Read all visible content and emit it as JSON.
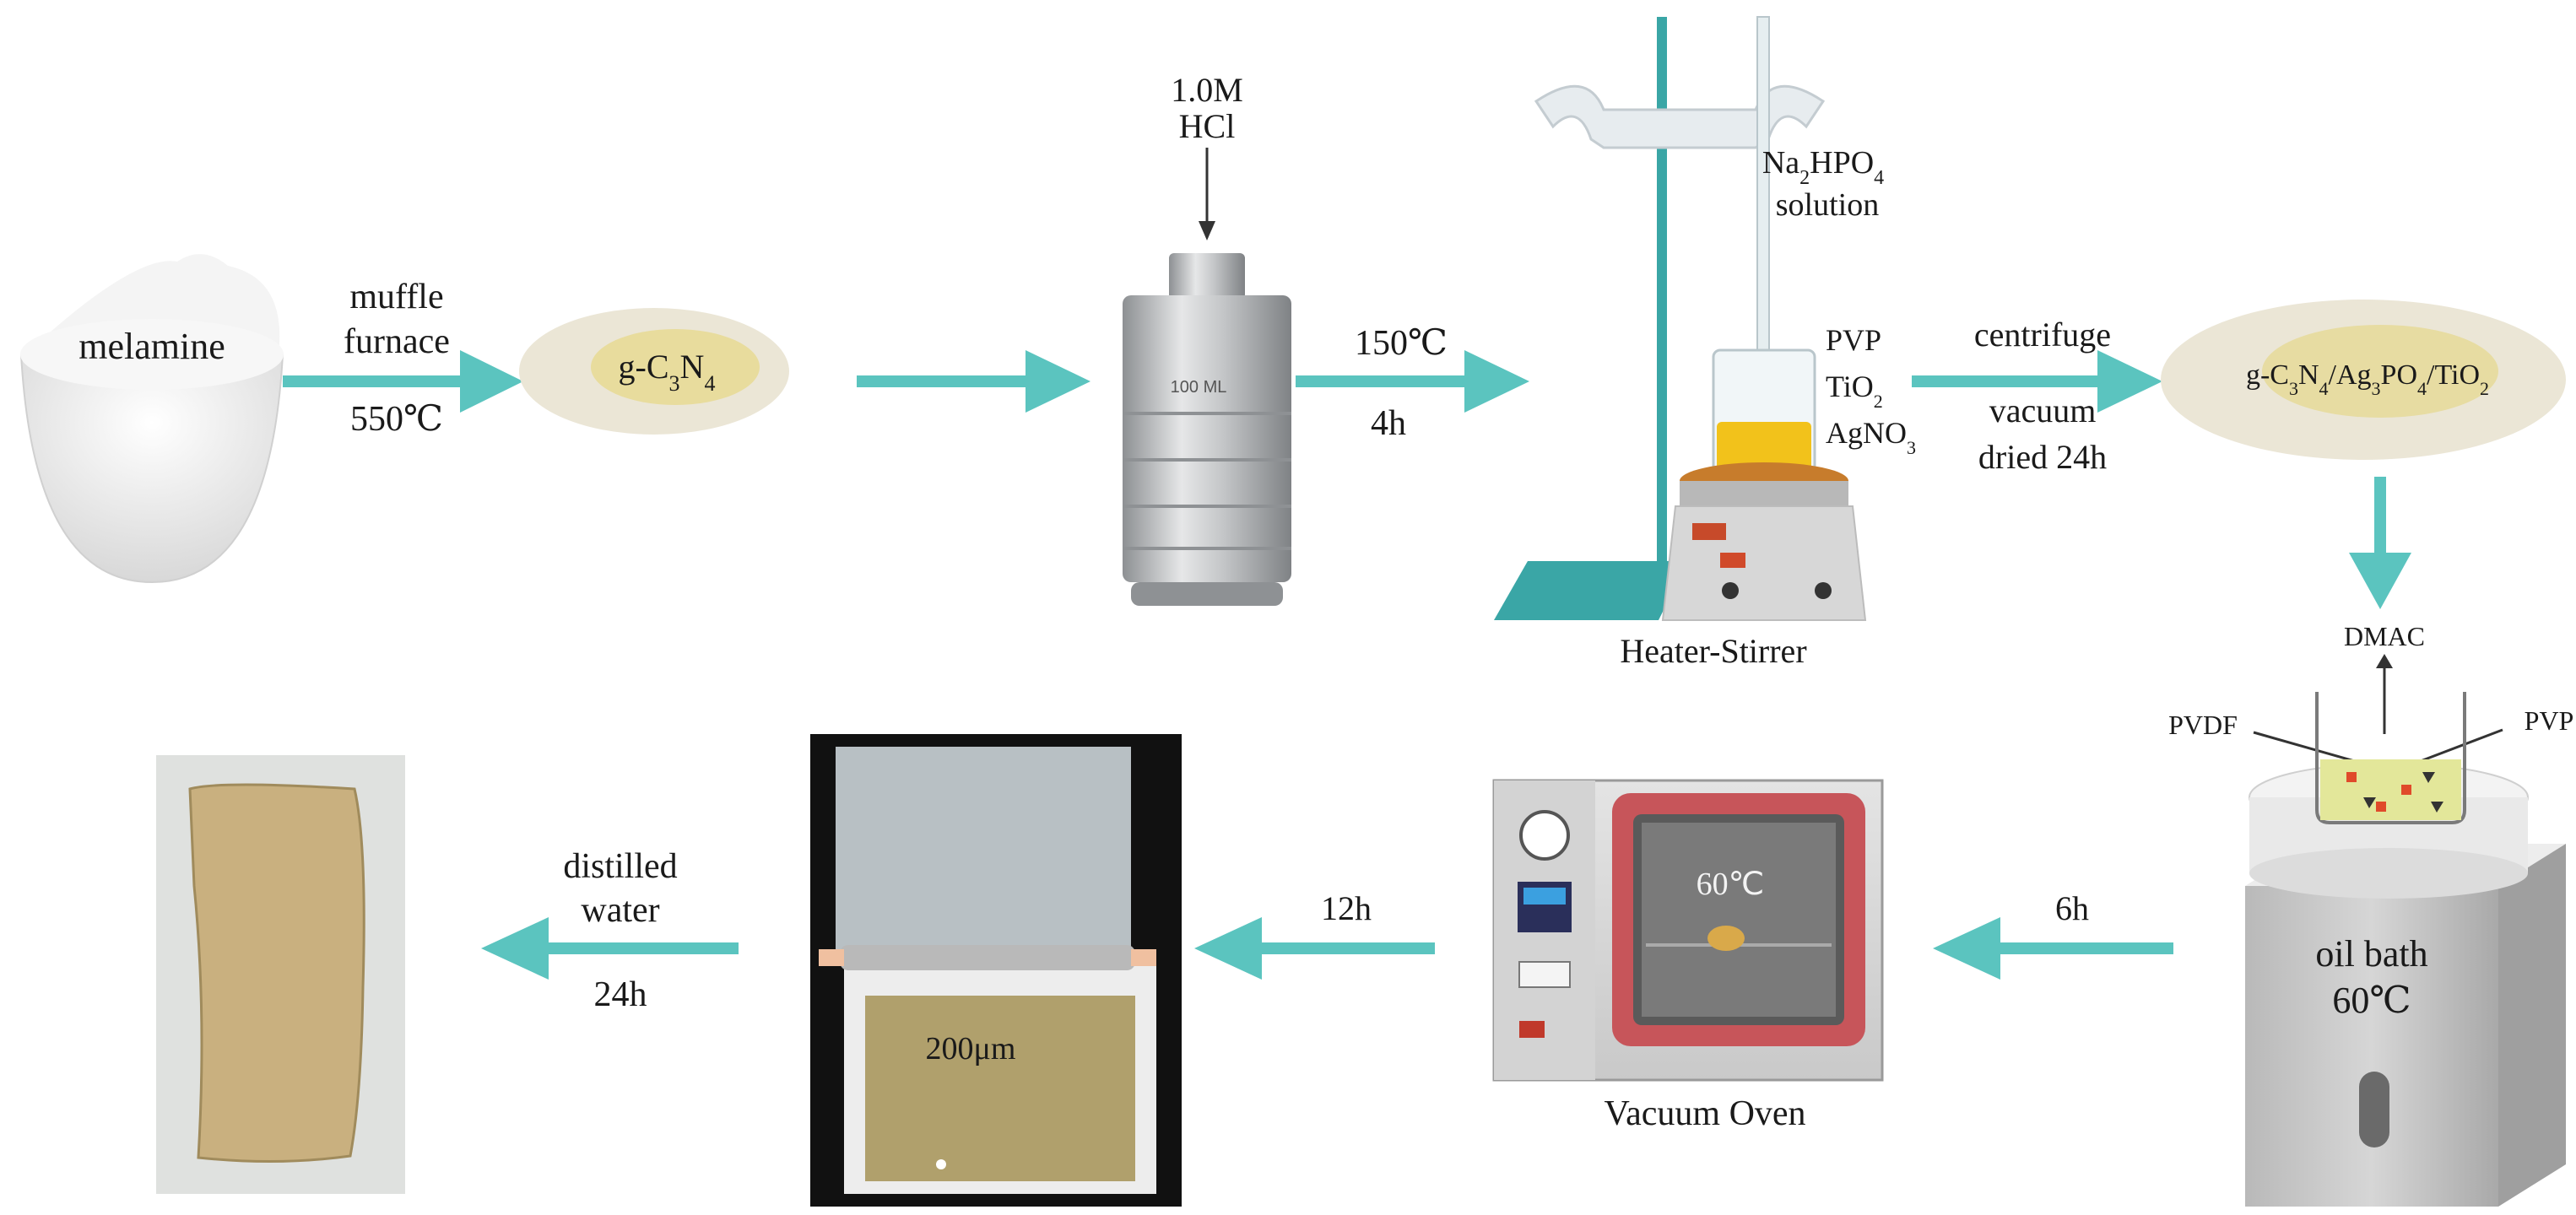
{
  "labels": {
    "melamine": "melamine",
    "muffle_line1": "muffle",
    "muffle_line2": "furnace",
    "temp_550": "550℃",
    "gcn_prefix": "g-C",
    "gcn_sub3": "3",
    "gcn_N": "N",
    "gcn_sub4": "4",
    "hcl_conc": "1.0M",
    "hcl_name": "HCl",
    "autoclave_volume": "100 ML",
    "temp_150": "150℃",
    "time_4h": "4h",
    "na_prefix": "Na",
    "na_sub2": "2",
    "na_mid": "HPO",
    "na_sub4": "4",
    "solution": "solution",
    "pvp": "PVP",
    "tio_prefix": "TiO",
    "tio_sub2": "2",
    "agno_prefix": "AgNO",
    "agno_sub3": "3",
    "heater_stirrer": "Heater-Stirrer",
    "centrifuge": "centrifuge",
    "vacuum": "vacuum",
    "dried_24h": "dried 24h",
    "comp_1": "g-C",
    "comp_1_sub": "3",
    "comp_2": "N",
    "comp_2_sub": "4",
    "comp_3": "/Ag",
    "comp_3_sub": "3",
    "comp_4": "PO",
    "comp_4_sub": "4",
    "comp_5": "/TiO",
    "comp_5_sub": "2",
    "dmac": "DMAC",
    "pvdf": "PVDF",
    "pvp_beaker": "PVP",
    "oil_bath": "oil bath",
    "temp_60_bath": "60℃",
    "time_6h": "6h",
    "temp_60_oven": "60℃",
    "vacuum_oven": "Vacuum Oven",
    "time_12h": "12h",
    "thickness": "200μm",
    "distilled": "distilled",
    "water": "water",
    "time_24h": "24h"
  },
  "colors": {
    "arrow": "#5bc4bf",
    "stand": "#3aa6a6",
    "powder": "#ece7da",
    "powder_yellow": "#e9dc9a",
    "steel": "#c9cbcd",
    "membrane": "#c9b07f",
    "film": "#a99c6d",
    "yellow_liquid": "#f2c21b"
  }
}
